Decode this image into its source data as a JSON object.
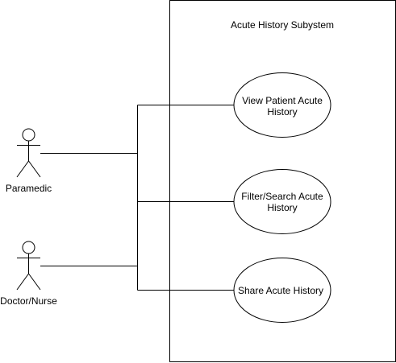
{
  "system": {
    "title": "Acute History Subystem"
  },
  "actors": [
    {
      "label": "Paramedic"
    },
    {
      "label": "Doctor/Nurse"
    }
  ],
  "use_cases": [
    {
      "lines": [
        "View Patient Acute",
        "History"
      ]
    },
    {
      "lines": [
        "Filter/Search Acute",
        "History"
      ]
    },
    {
      "lines": [
        "Share Acute History"
      ]
    }
  ],
  "colors": {
    "stroke": "#000000",
    "background": "#ffffff"
  }
}
